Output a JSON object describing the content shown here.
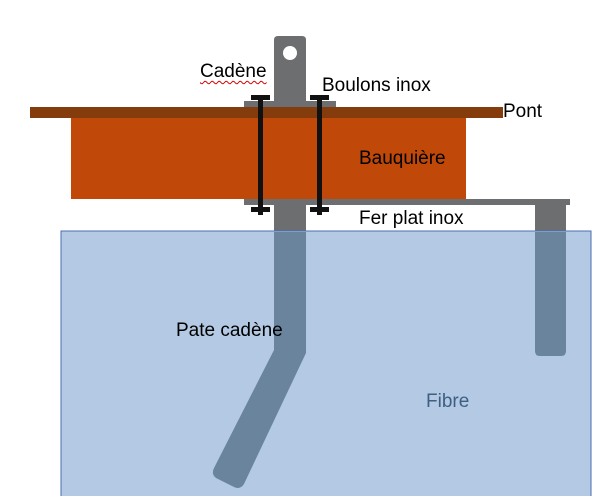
{
  "labels": {
    "cadene": "Cadène",
    "boulons_inox": "Boulons inox",
    "pont": "Pont",
    "bauquiere": "Bauquière",
    "fer_plat_inox": "Fer plat inox",
    "pate_cadene": "Pate cadène",
    "fibre": "Fibre"
  },
  "colors": {
    "fibre_fill": "#b4cae4",
    "fibre_border": "#4b6fb0",
    "pont": "#843c0c",
    "bauquiere": "#c0490a",
    "metal": "#6d6e70",
    "metal_submerged": "#6a849e",
    "bolt": "#111111",
    "spellcheck_underline": "#d40000"
  },
  "icons": [
    "cadene-eye-hole"
  ]
}
